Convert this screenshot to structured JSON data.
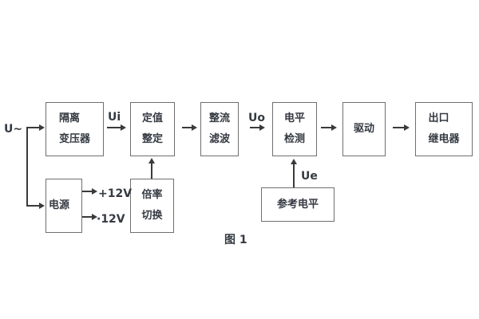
{
  "figure": {
    "caption": "图 1"
  },
  "signal_labels": {
    "input": "U~",
    "ui": "Ui",
    "uo": "Uo",
    "ue": "Ue",
    "rail_positive": "+12V",
    "rail_negative": "·12V"
  },
  "blocks": {
    "isolation_transformer": {
      "line1": "隔离",
      "line2": "变压器"
    },
    "setpoint_setting": {
      "line1": "定值",
      "line2": "整定"
    },
    "rectifier_filter": {
      "line1": "整流",
      "line2": "滤波"
    },
    "level_detection": {
      "line1": "电平",
      "line2": "检测"
    },
    "drive": {
      "line1": "驱动"
    },
    "output_relay": {
      "line1": "出口",
      "line2": "继电器"
    },
    "power_supply": {
      "line1": "电源"
    },
    "ratio_switch": {
      "line1": "倍率",
      "line2": "切换"
    },
    "reference_level": {
      "line1": "参考电平"
    }
  },
  "colors": {
    "background": "#ffffff",
    "box-border": "#6f6f6f",
    "line": "#3a3a3a",
    "text": "#343a42"
  }
}
